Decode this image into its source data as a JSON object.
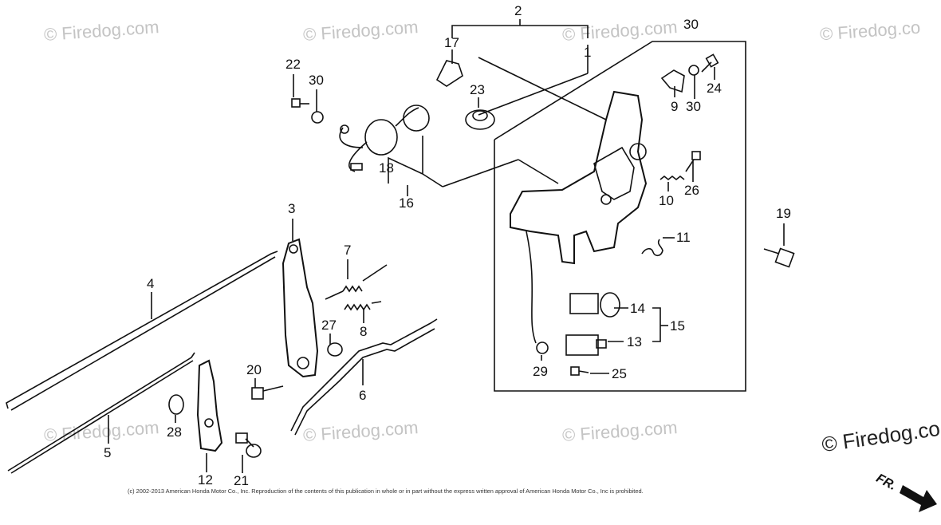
{
  "watermark": "© Firedog.com",
  "watermark_corner": "© Firedog.co",
  "copyright": "(c) 2002-2013 American Honda Motor Co., Inc. Reproduction of the contents of this publication in whole or in part without the express written approval of American Honda Motor Co., Inc is prohibited.",
  "direction_label": "FR.",
  "callouts": [
    "1",
    "2",
    "3",
    "4",
    "5",
    "6",
    "7",
    "8",
    "9",
    "10",
    "11",
    "12",
    "13",
    "14",
    "15",
    "16",
    "17",
    "18",
    "19",
    "20",
    "21",
    "22",
    "23",
    "24",
    "25",
    "26",
    "27",
    "28",
    "29",
    "30",
    "30",
    "30"
  ]
}
